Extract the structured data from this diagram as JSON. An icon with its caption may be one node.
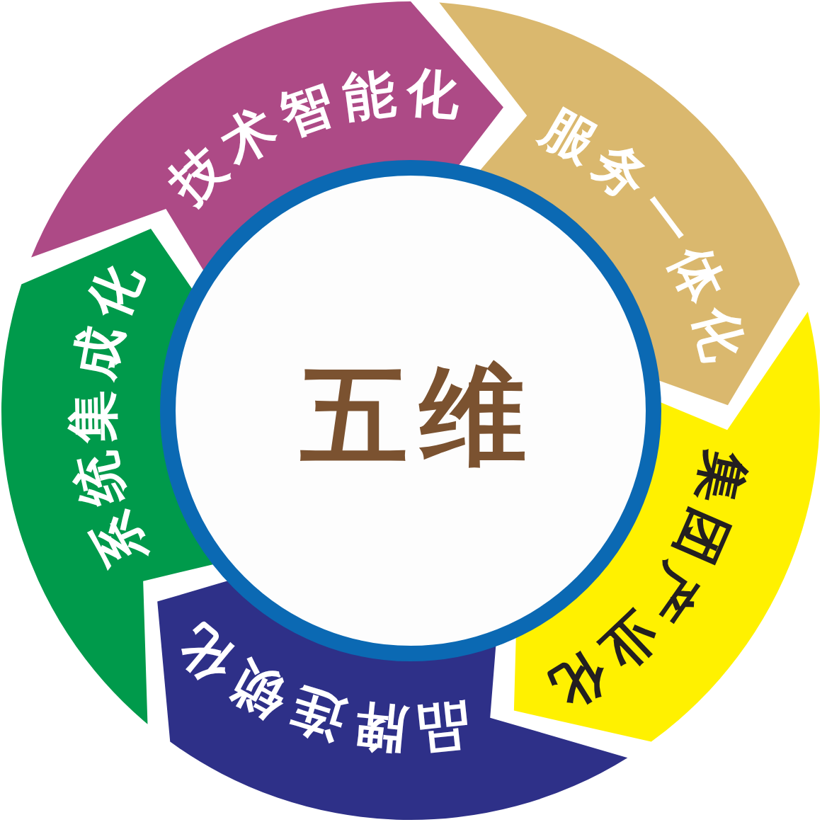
{
  "diagram": {
    "nodes": [
      {
        "text": [
          "五维"
        ]
      },
      {
        "text": [
          "技术智能化"
        ]
      },
      {
        "text": [
          "服务一体化"
        ]
      },
      {
        "text": [
          "集团产业化"
        ]
      },
      {
        "text": [
          "品牌连锁化"
        ]
      },
      {
        "text": [
          "系统集成化"
        ]
      }
    ]
  }
}
